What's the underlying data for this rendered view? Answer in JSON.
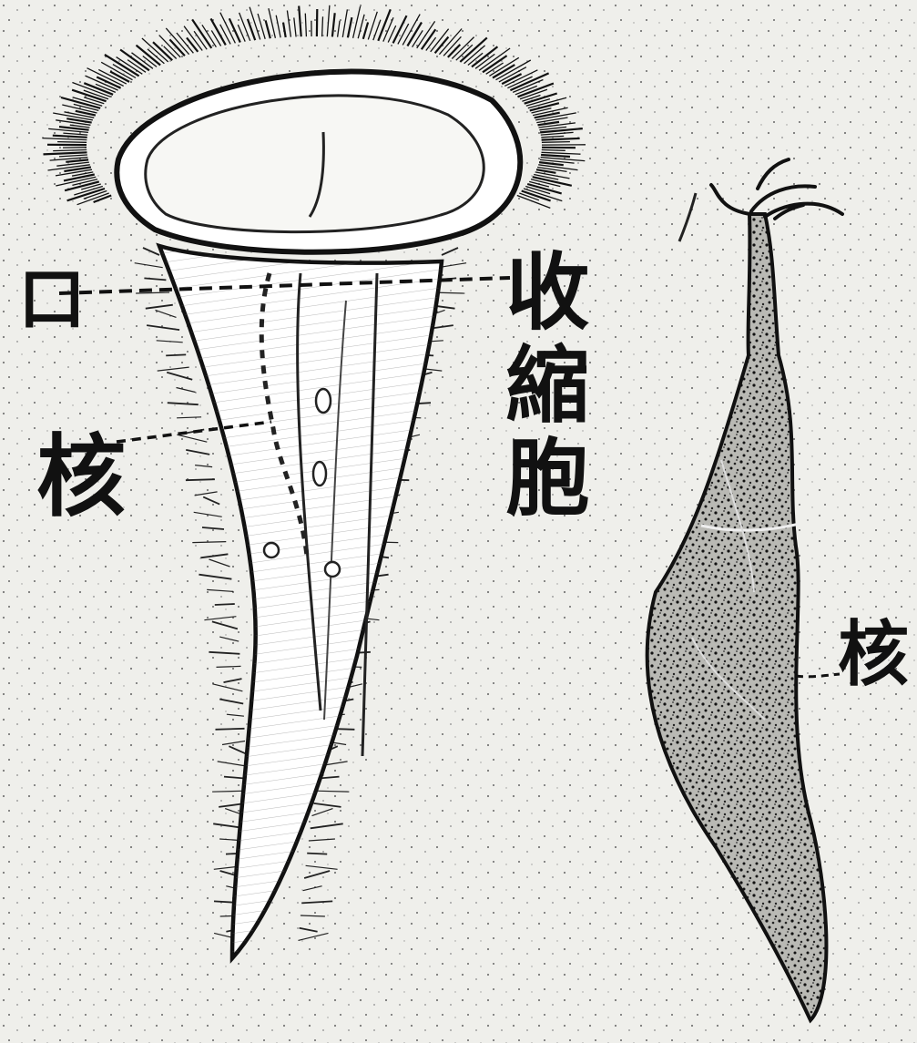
{
  "labels": {
    "mouth": "口",
    "nucleus_left": "核",
    "contractile_vacuole": "收縮胞",
    "nucleus_right": "核"
  },
  "colors": {
    "paper": "#efefeb",
    "ink": "#111111",
    "light_fill": "#ffffff"
  }
}
